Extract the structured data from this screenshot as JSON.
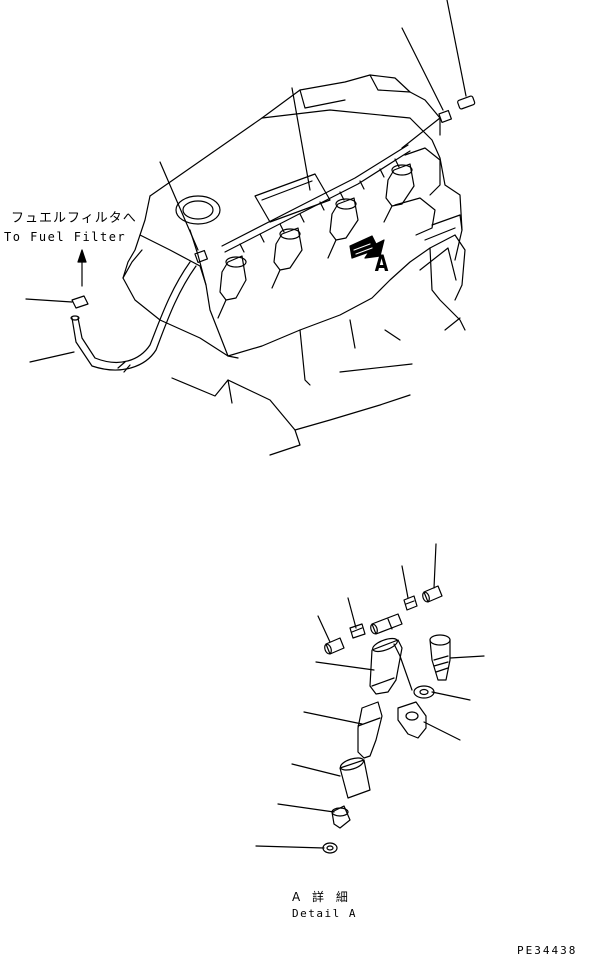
{
  "labels": {
    "fuel_filter_ja": "フュエルフィルタへ",
    "fuel_filter_en": "To Fuel Filter",
    "view_marker": "A",
    "detail_ja": "A 詳 細",
    "detail_en": "Detail A",
    "drawing_code": "PE34438"
  }
}
